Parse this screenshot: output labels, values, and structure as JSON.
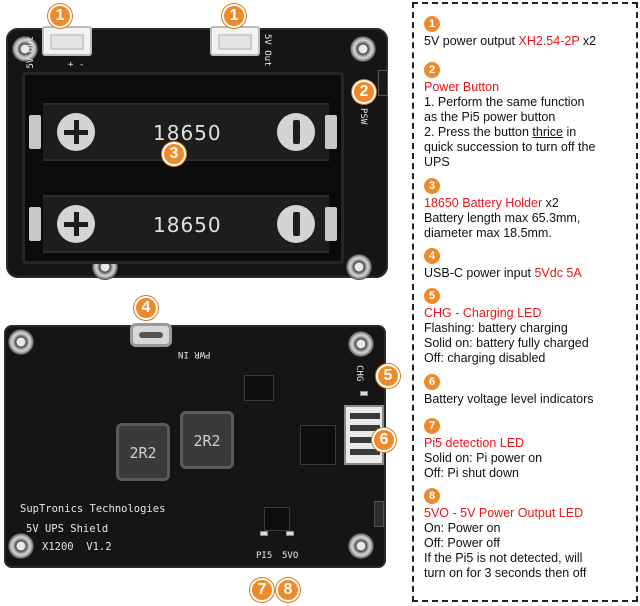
{
  "board_top": {
    "connector_label_left": "5V Out",
    "connector_label_right": "5V Out",
    "plus_marks": "+ -",
    "battery_label_1": "18650",
    "battery_label_2": "18650",
    "psw_label": "PSW"
  },
  "board_bottom": {
    "pwr_in_label": "PWR IN",
    "chg_label": "CHG",
    "inductor_1": "2R2",
    "inductor_2": "2R2",
    "brand_line": "SupTronics Technologies",
    "product_line": "5V UPS Shield",
    "model_line": "X1200  V1.2",
    "pi5_label": "PI5",
    "5vo_label": "5VO"
  },
  "callouts": {
    "c1a": "1",
    "c1b": "1",
    "c2": "2",
    "c3": "3",
    "c4": "4",
    "c5": "5",
    "c6": "6",
    "c7": "7",
    "c8": "8"
  },
  "legend": {
    "i1": {
      "num": "1",
      "text_a": "5V power output ",
      "highlight": "XH2.54-2P",
      "text_b": " x2"
    },
    "i2": {
      "num": "2",
      "title": "Power Button",
      "l1": "1. Perform the same function",
      "l2": "as the Pi5 power button",
      "l3a": "2. Press the button ",
      "l3u": "thrice",
      "l3b": " in",
      "l4": "quick succession to turn off the",
      "l5": "UPS"
    },
    "i3": {
      "num": "3",
      "title": "18650 Battery Holder",
      "title_suffix": " x2",
      "l1": "Battery length max 65.3mm,",
      "l2": "diameter max 18.5mm."
    },
    "i4": {
      "num": "4",
      "text_a": "USB-C power input ",
      "highlight": "5Vdc 5A"
    },
    "i5": {
      "num": "5",
      "title": "CHG - Charging LED",
      "l1": "Flashing: battery charging",
      "l2": "Solid on: battery fully charged",
      "l3": "Off: charging disabled"
    },
    "i6": {
      "num": "6",
      "text": "Battery voltage level indicators"
    },
    "i7": {
      "num": "7",
      "title": "Pi5 detection LED",
      "l1": "Solid on: Pi power on",
      "l2": "Off: Pi shut down"
    },
    "i8": {
      "num": "8",
      "title": "5VO - 5V Power Output LED",
      "l1": "On: Power on",
      "l2": "Off: Power off",
      "l3": "If the Pi5 is not detected, will",
      "l4": "turn on for 3 seconds then off"
    }
  },
  "colors": {
    "accent": "#ef8a2a",
    "highlight_red": "#e8151b",
    "pcb": "#151515"
  }
}
